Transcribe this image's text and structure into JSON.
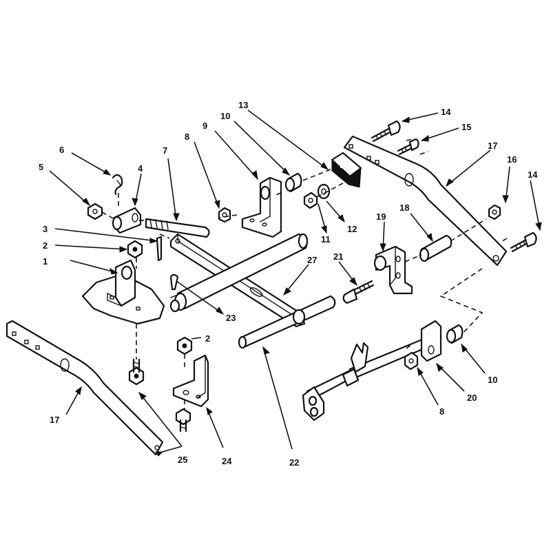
{
  "callouts": [
    {
      "label": "1"
    },
    {
      "label": "2"
    },
    {
      "label": "3"
    },
    {
      "label": "4"
    },
    {
      "label": "5"
    },
    {
      "label": "6"
    },
    {
      "label": "7"
    },
    {
      "label": "8"
    },
    {
      "label": "9"
    },
    {
      "label": "10"
    },
    {
      "label": "13"
    },
    {
      "label": "14"
    },
    {
      "label": "15"
    },
    {
      "label": "17"
    },
    {
      "label": "16"
    },
    {
      "label": "14"
    },
    {
      "label": "18"
    },
    {
      "label": "19"
    },
    {
      "label": "11"
    },
    {
      "label": "12"
    },
    {
      "label": "21"
    },
    {
      "label": "27"
    },
    {
      "label": "23"
    },
    {
      "label": "2"
    },
    {
      "label": "10"
    },
    {
      "label": "20"
    },
    {
      "label": "8"
    },
    {
      "label": "17"
    },
    {
      "label": "25"
    },
    {
      "label": "24"
    },
    {
      "label": "22"
    }
  ]
}
